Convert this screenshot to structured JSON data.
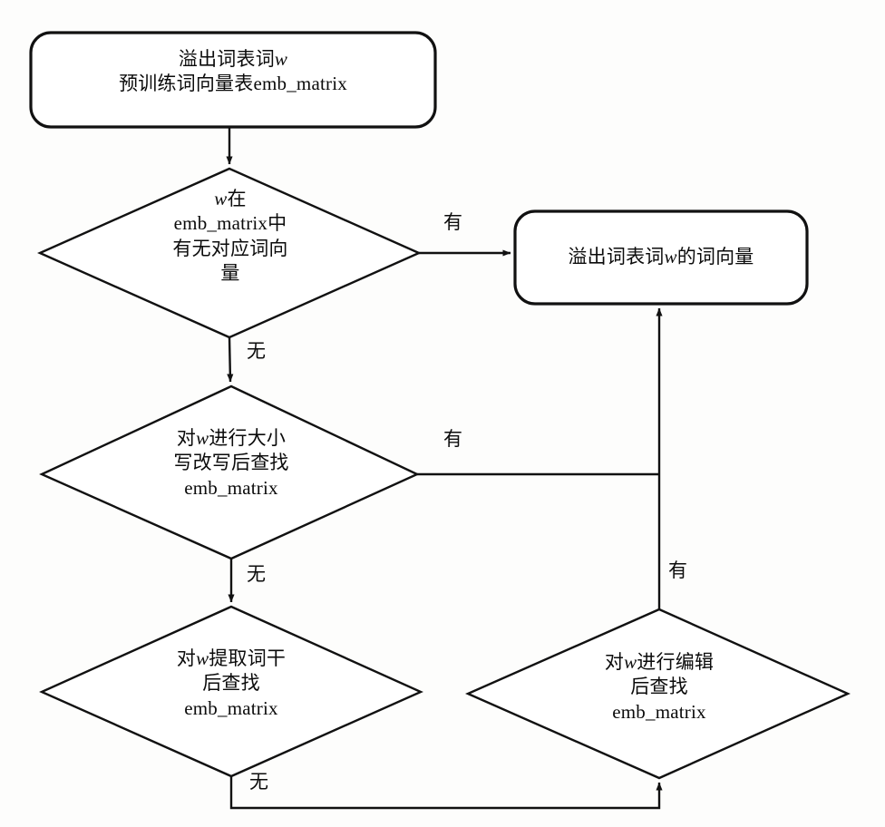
{
  "diagram": {
    "title_shown": false,
    "background_color": "#fdfdfc",
    "line_color": "#111111",
    "nodes": {
      "start": {
        "type": "terminator",
        "line1": "溢出词表词w",
        "line2": "预训练词向量表emb_matrix",
        "text": "溢出词表词w\n预训练词向量表emb_matrix"
      },
      "decision_1": {
        "type": "decision",
        "line1": "w在",
        "line2": "emb_matrix中",
        "line3": "有无对应词向",
        "line4": "量",
        "text": "w在\nemb_matrix中\n有无对应词向\n量"
      },
      "output": {
        "type": "terminator",
        "line1": "溢出词表词w的词向量",
        "text": "溢出词表词w的词向量"
      },
      "decision_2": {
        "type": "decision",
        "line1": "对w进行大小",
        "line2": "写改写后查找",
        "line3": "emb_matrix",
        "text": "对w进行大小\n写改写后查找\nemb_matrix"
      },
      "decision_3": {
        "type": "decision",
        "line1": "对w提取词干",
        "line2": "后查找",
        "line3": "emb_matrix",
        "text": "对w提取词干\n后查找\nemb_matrix"
      },
      "decision_4": {
        "type": "decision",
        "line1": "对w进行编辑",
        "line2": "后查找",
        "line3": "emb_matrix",
        "text": "对w进行编辑\n后查找\nemb_matrix"
      }
    },
    "edges": [
      {
        "id": "start-to-d1",
        "from": "start",
        "to": "decision_1",
        "label": ""
      },
      {
        "id": "d1-yes",
        "from": "decision_1",
        "to": "output",
        "label": "有"
      },
      {
        "id": "d1-no",
        "from": "decision_1",
        "to": "decision_2",
        "label": "无"
      },
      {
        "id": "d2-yes",
        "from": "decision_2",
        "to": "output",
        "label": "有"
      },
      {
        "id": "d2-no",
        "from": "decision_2",
        "to": "decision_3",
        "label": "无"
      },
      {
        "id": "d3-no",
        "from": "decision_3",
        "to": "decision_4",
        "label": "无"
      },
      {
        "id": "d4-yes",
        "from": "decision_4",
        "to": "output",
        "label": "有"
      }
    ],
    "edge_labels": {
      "yes_1": "有",
      "no_1": "无",
      "yes_2": "有",
      "no_2": "无",
      "yes_3": "有",
      "no_3": "无"
    }
  }
}
